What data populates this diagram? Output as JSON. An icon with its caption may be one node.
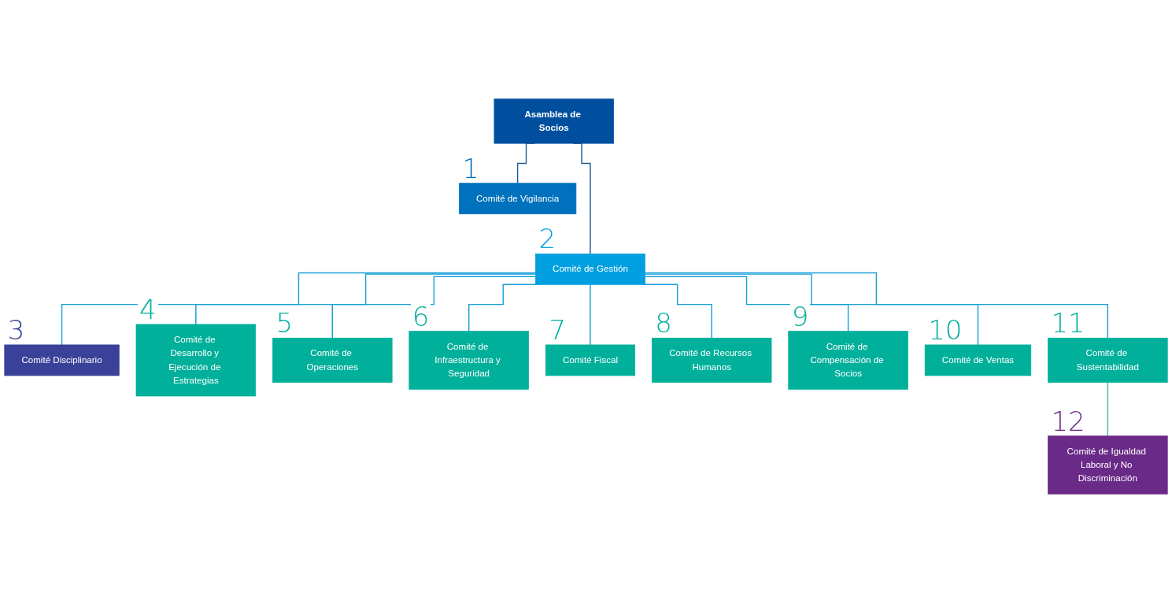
{
  "diagram": {
    "nodes": [
      {
        "text": [
          "Asamblea de Socios"
        ]
      },
      {
        "text": [
          "Comité de Vigilancia"
        ],
        "beside": [
          "1"
        ]
      },
      {
        "text": [
          "Comité de Gestión"
        ],
        "beside": [
          "2"
        ]
      },
      {
        "text": [
          "Comité Disciplinario"
        ],
        "beside": [
          "3"
        ]
      },
      {
        "text": [
          "Comité de Desarrollo y Ejecución de Estrategias"
        ],
        "beside": [
          "4"
        ]
      },
      {
        "text": [
          "Comité de Operaciones"
        ],
        "beside": [
          "5"
        ]
      },
      {
        "text": [
          "Comité de Infraestructura y Seguridad"
        ],
        "beside": [
          "6"
        ]
      },
      {
        "text": [
          "Comité Fiscal"
        ],
        "beside": [
          "7"
        ]
      },
      {
        "text": [
          "Comité de Recursos Humanos"
        ],
        "beside": [
          "8"
        ]
      },
      {
        "text": [
          "Comité de Compensación de Socios"
        ],
        "beside": [
          "9"
        ]
      },
      {
        "text": [
          "Comité de Ventas"
        ],
        "beside": [
          "10"
        ]
      },
      {
        "text": [
          "Comité de Sustentabilidad"
        ],
        "beside": [
          "11"
        ]
      },
      {
        "text": [
          "Comité de Igualdad Laboral y No Discriminación"
        ],
        "beside": [
          "12"
        ]
      }
    ],
    "edges": [
      {
        "from": 0,
        "to": 1,
        "arrow": "none",
        "color": "#1f5c99"
      },
      {
        "from": 0,
        "to": 2,
        "arrow": "none",
        "color": "#1f5c99"
      },
      {
        "from": 2,
        "to": 3,
        "arrow": "none"
      },
      {
        "from": 2,
        "to": 4,
        "arrow": "none"
      },
      {
        "from": 2,
        "to": 5,
        "arrow": "none"
      },
      {
        "from": 2,
        "to": 6,
        "arrow": "none"
      },
      {
        "from": 2,
        "to": 7,
        "arrow": "none"
      },
      {
        "from": 2,
        "to": 8,
        "arrow": "none"
      },
      {
        "from": 2,
        "to": 9,
        "arrow": "none"
      },
      {
        "from": 2,
        "to": 10,
        "arrow": "none"
      },
      {
        "from": 2,
        "to": 11,
        "arrow": "none"
      },
      {
        "from": 11,
        "to": 12,
        "arrow": "none",
        "color": "#4fb89a"
      }
    ]
  }
}
